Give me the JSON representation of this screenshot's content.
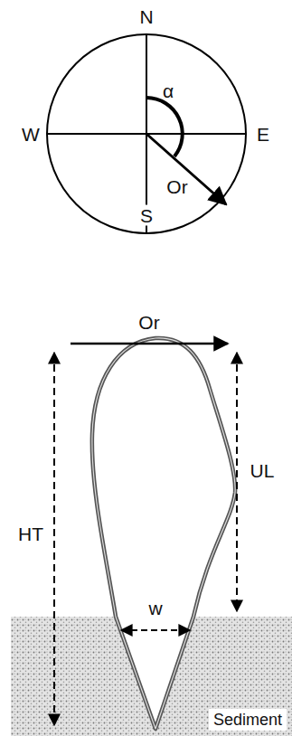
{
  "diagram": {
    "nodes": [
      {
        "text": [
          "Sediment"
        ]
      }
    ],
    "labels": [
      "N",
      "W",
      "E",
      "S",
      "α",
      "Or",
      "Or",
      "HT",
      "UL",
      "w"
    ]
  }
}
